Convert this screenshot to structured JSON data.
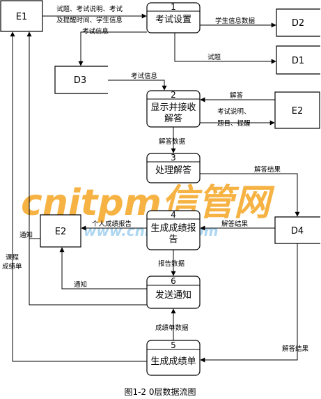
{
  "watermark": {
    "brand": "cnitpm信管网",
    "url": "www.cnitpm.com",
    "color": "#f5a623"
  },
  "entities": {
    "e1_top": "E1",
    "e2_right": "E2",
    "e2_left": "E2"
  },
  "stores": {
    "d1": "D1",
    "d2": "D2",
    "d3": "D3",
    "d4": "D4"
  },
  "processes": {
    "p1": {
      "num": "1",
      "name": "考试设置"
    },
    "p2": {
      "num": "2",
      "name_line1": "显示并接收",
      "name_line2": "解答"
    },
    "p3": {
      "num": "3",
      "name": "处理解答"
    },
    "p4": {
      "num": "4",
      "name_line1": "生成成绩报",
      "name_line2": "告"
    },
    "p5": {
      "num": "5",
      "name": "生成成绩单"
    },
    "p6": {
      "num": "6",
      "name": "发送通知"
    }
  },
  "flows": {
    "e1_to_p1_line1": "试题、考试说明、考试",
    "e1_to_p1_line2": "及提醒时间、学生信息",
    "p1_to_d2": "学生信息数据",
    "p1_to_d1": "试题",
    "p1_to_d3": "考试信息",
    "d3_to_p2": "考试信息",
    "e2_to_p2": "解答",
    "p2_to_e2_line1": "考试说明、",
    "p2_to_e2_line2": "题目、提醒",
    "p2_to_p3": "解答数据",
    "p3_to_d4": "解答结果",
    "d4_to_p4": "解答结果",
    "p4_to_e2": "个人成绩报告",
    "p4_to_p6": "报告数据",
    "p6_to_e2": "通知",
    "e2_to_e1": "通知",
    "p5_to_e1_line1": "课程",
    "p5_to_e1_line2": "成绩单",
    "p5_to_p6": "成绩单数据",
    "d4_to_p5": "解答结果"
  },
  "caption": "图1-2 0层数据流图"
}
